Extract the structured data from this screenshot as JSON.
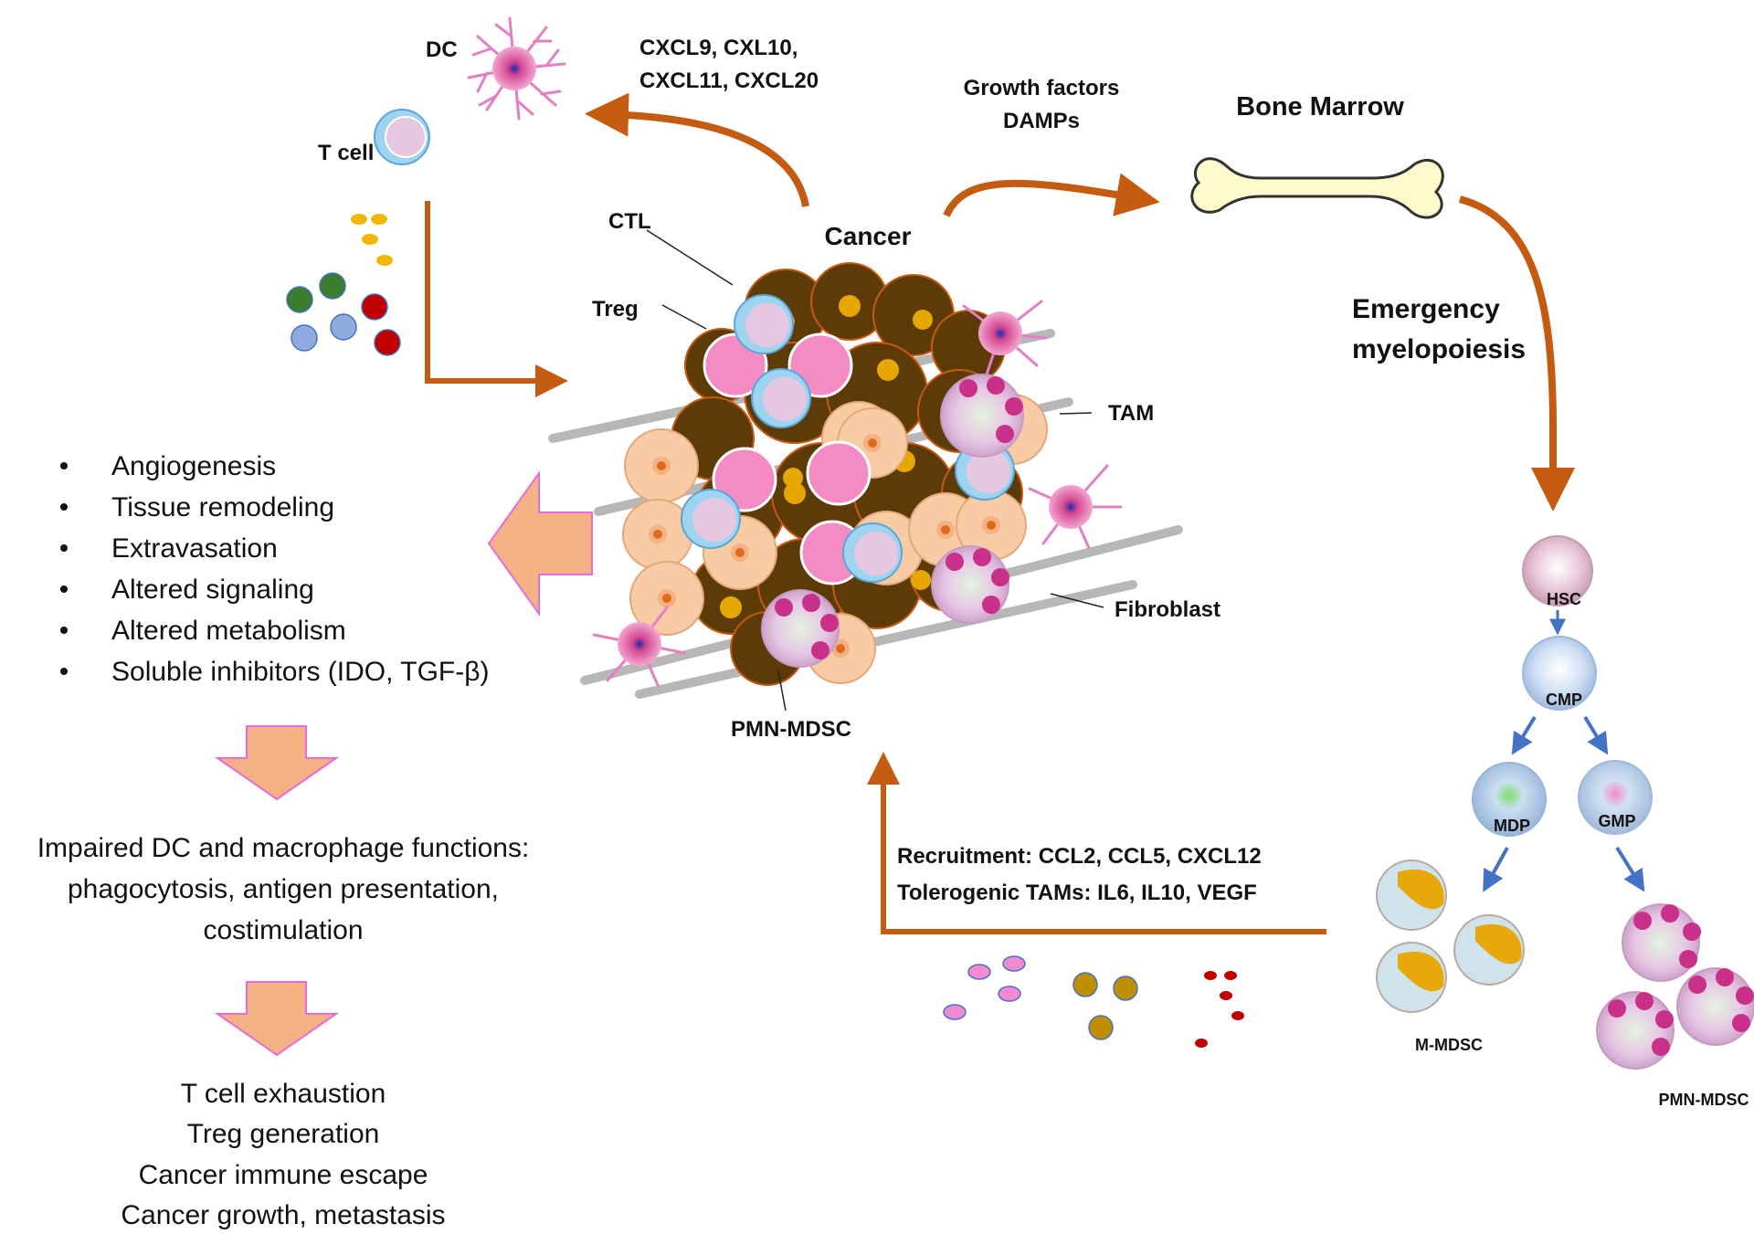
{
  "labels": {
    "dc": "DC",
    "t_cell": "T cell",
    "chemokines_line1": "CXCL9,  CXL10,",
    "chemokines_line2": "CXCL11,  CXCL20",
    "growth_factors": "Growth factors",
    "damps": "DAMPs",
    "bone_marrow": "Bone Marrow",
    "cancer": "Cancer",
    "ctl": "CTL",
    "treg": "Treg",
    "tam": "TAM",
    "fibroblast": "Fibroblast",
    "pmn_mdsc_tumor": "PMN-MDSC",
    "emergency_line1": "Emergency",
    "emergency_line2": "myelopoiesis",
    "hsc": "HSC",
    "cmp": "CMP",
    "mdp": "MDP",
    "gmp": "GMP",
    "m_mdsc": "M-MDSC",
    "pmn_mdsc_marrow": "PMN-MDSC",
    "recruitment": "Recruitment: CCL2, CCL5,  CXCL12",
    "tolerogenic": "Tolerogenic TAMs: IL6, IL10, VEGF"
  },
  "effects_list": [
    "Angiogenesis",
    "Tissue remodeling",
    "Extravasation",
    "Altered signaling",
    "Altered metabolism",
    "Soluble inhibitors (IDO, TGF-β)"
  ],
  "impaired_text": [
    "Impaired DC and macrophage functions:",
    "phagocytosis, antigen presentation,",
    "costimulation"
  ],
  "outcomes": [
    "T cell exhaustion",
    "Treg generation",
    "Cancer immune escape",
    "Cancer growth, metastasis"
  ],
  "colors": {
    "arrow_brown": "#c55a11",
    "block_arrow_fill": "#f4b183",
    "block_arrow_edge": "#e46ce0",
    "tumor_brown": "#5c3b07",
    "flow_arrow_blue": "#4472c4"
  }
}
